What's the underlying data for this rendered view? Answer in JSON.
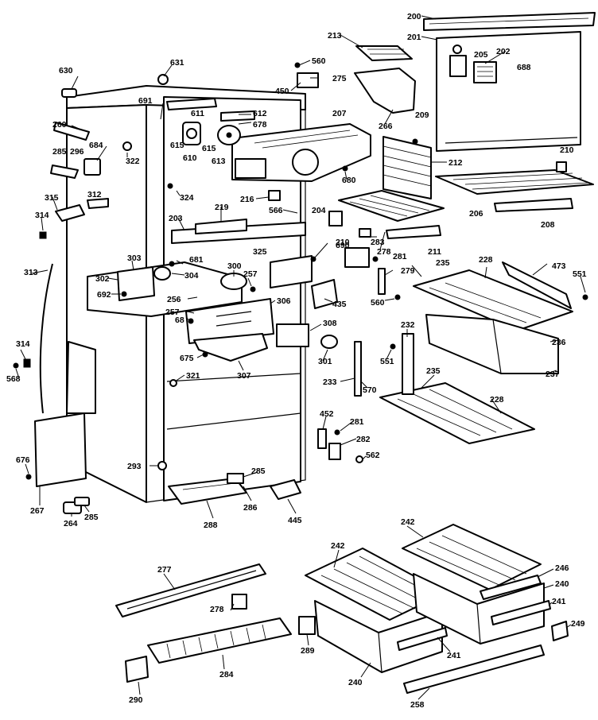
{
  "callouts": [
    {
      "id": "200",
      "text": "200"
    },
    {
      "id": "201",
      "text": "201"
    },
    {
      "id": "202",
      "text": "202"
    },
    {
      "id": "205",
      "text": "205"
    },
    {
      "id": "688",
      "text": "688"
    },
    {
      "id": "213",
      "text": "213"
    },
    {
      "id": "560a",
      "text": "560"
    },
    {
      "id": "275",
      "text": "275"
    },
    {
      "id": "450",
      "text": "450"
    },
    {
      "id": "266",
      "text": "266"
    },
    {
      "id": "209",
      "text": "209"
    },
    {
      "id": "630",
      "text": "630"
    },
    {
      "id": "631",
      "text": "631"
    },
    {
      "id": "691",
      "text": "691"
    },
    {
      "id": "611",
      "text": "611"
    },
    {
      "id": "612",
      "text": "612"
    },
    {
      "id": "678",
      "text": "678"
    },
    {
      "id": "207",
      "text": "207"
    },
    {
      "id": "260",
      "text": "260"
    },
    {
      "id": "684",
      "text": "684"
    },
    {
      "id": "322",
      "text": "322"
    },
    {
      "id": "615a",
      "text": "615"
    },
    {
      "id": "615b",
      "text": "615"
    },
    {
      "id": "610",
      "text": "610"
    },
    {
      "id": "613",
      "text": "613"
    },
    {
      "id": "285a",
      "text": "285"
    },
    {
      "id": "296",
      "text": "296"
    },
    {
      "id": "210a",
      "text": "210"
    },
    {
      "id": "212",
      "text": "212"
    },
    {
      "id": "680",
      "text": "680"
    },
    {
      "id": "324",
      "text": "324"
    },
    {
      "id": "216",
      "text": "216"
    },
    {
      "id": "315",
      "text": "315"
    },
    {
      "id": "312",
      "text": "312"
    },
    {
      "id": "219",
      "text": "219"
    },
    {
      "id": "566",
      "text": "566"
    },
    {
      "id": "204",
      "text": "204"
    },
    {
      "id": "206",
      "text": "206"
    },
    {
      "id": "208",
      "text": "208"
    },
    {
      "id": "314a",
      "text": "314"
    },
    {
      "id": "203",
      "text": "203"
    },
    {
      "id": "210b",
      "text": "210"
    },
    {
      "id": "283",
      "text": "283"
    },
    {
      "id": "211",
      "text": "211"
    },
    {
      "id": "690",
      "text": "690"
    },
    {
      "id": "325",
      "text": "325"
    },
    {
      "id": "278a",
      "text": "278"
    },
    {
      "id": "281a",
      "text": "281"
    },
    {
      "id": "303",
      "text": "303"
    },
    {
      "id": "681",
      "text": "681"
    },
    {
      "id": "235a",
      "text": "235"
    },
    {
      "id": "228a",
      "text": "228"
    },
    {
      "id": "473",
      "text": "473"
    },
    {
      "id": "551a",
      "text": "551"
    },
    {
      "id": "313",
      "text": "313"
    },
    {
      "id": "302",
      "text": "302"
    },
    {
      "id": "304",
      "text": "304"
    },
    {
      "id": "300",
      "text": "300"
    },
    {
      "id": "257a",
      "text": "257"
    },
    {
      "id": "279",
      "text": "279"
    },
    {
      "id": "692",
      "text": "692"
    },
    {
      "id": "256",
      "text": "256"
    },
    {
      "id": "306",
      "text": "306"
    },
    {
      "id": "435",
      "text": "435"
    },
    {
      "id": "560b",
      "text": "560"
    },
    {
      "id": "257b",
      "text": "257"
    },
    {
      "id": "308",
      "text": "308"
    },
    {
      "id": "68",
      "text": "68"
    },
    {
      "id": "232",
      "text": "232"
    },
    {
      "id": "236",
      "text": "236"
    },
    {
      "id": "314b",
      "text": "314"
    },
    {
      "id": "675",
      "text": "675"
    },
    {
      "id": "301",
      "text": "301"
    },
    {
      "id": "551b",
      "text": "551"
    },
    {
      "id": "237",
      "text": "237"
    },
    {
      "id": "307",
      "text": "307"
    },
    {
      "id": "568",
      "text": "568"
    },
    {
      "id": "321",
      "text": "321"
    },
    {
      "id": "233",
      "text": "233"
    },
    {
      "id": "570",
      "text": "570"
    },
    {
      "id": "235b",
      "text": "235"
    },
    {
      "id": "228b",
      "text": "228"
    },
    {
      "id": "452",
      "text": "452"
    },
    {
      "id": "281b",
      "text": "281"
    },
    {
      "id": "282",
      "text": "282"
    },
    {
      "id": "676",
      "text": "676"
    },
    {
      "id": "293",
      "text": "293"
    },
    {
      "id": "562",
      "text": "562"
    },
    {
      "id": "285b",
      "text": "285"
    },
    {
      "id": "267",
      "text": "267"
    },
    {
      "id": "286",
      "text": "286"
    },
    {
      "id": "264",
      "text": "264"
    },
    {
      "id": "285c",
      "text": "285"
    },
    {
      "id": "288",
      "text": "288"
    },
    {
      "id": "445",
      "text": "445"
    },
    {
      "id": "242a",
      "text": "242"
    },
    {
      "id": "242b",
      "text": "242"
    },
    {
      "id": "277",
      "text": "277"
    },
    {
      "id": "246",
      "text": "246"
    },
    {
      "id": "240a",
      "text": "240"
    },
    {
      "id": "241a",
      "text": "241"
    },
    {
      "id": "278b",
      "text": "278"
    },
    {
      "id": "249",
      "text": "249"
    },
    {
      "id": "289",
      "text": "289"
    },
    {
      "id": "241b",
      "text": "241"
    },
    {
      "id": "284",
      "text": "284"
    },
    {
      "id": "240b",
      "text": "240"
    },
    {
      "id": "290",
      "text": "290"
    },
    {
      "id": "258",
      "text": "258"
    }
  ]
}
